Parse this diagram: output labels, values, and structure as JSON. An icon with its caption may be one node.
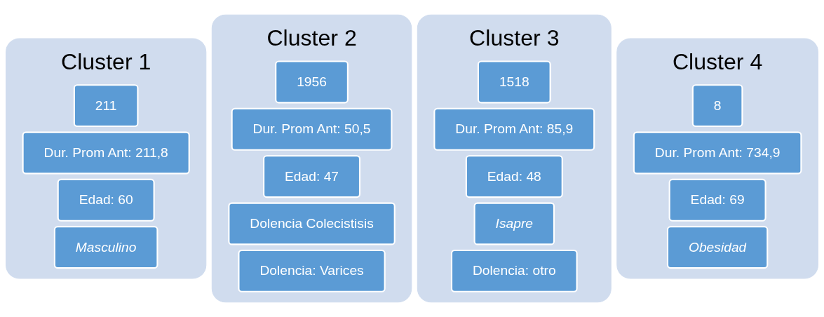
{
  "diagram": {
    "nodes": [
      {
        "text": [
          "Cluster 1"
        ]
      },
      {
        "text": [
          "211"
        ],
        "in": 0
      },
      {
        "text": [
          "Dur. Prom Ant: 211,8"
        ],
        "in": 0
      },
      {
        "text": [
          "Edad: 60"
        ],
        "in": 0
      },
      {
        "text": [
          "Masculino"
        ],
        "in": 0
      },
      {
        "text": [
          "Cluster 2"
        ]
      },
      {
        "text": [
          "1956"
        ],
        "in": 5
      },
      {
        "text": [
          "Dur. Prom Ant: 50,5"
        ],
        "in": 5
      },
      {
        "text": [
          "Edad: 47"
        ],
        "in": 5
      },
      {
        "text": [
          "Dolencia Colecistisis"
        ],
        "in": 5
      },
      {
        "text": [
          "Dolencia: Varices"
        ],
        "in": 5
      },
      {
        "text": [
          "Cluster 3"
        ]
      },
      {
        "text": [
          "1518"
        ],
        "in": 11
      },
      {
        "text": [
          "Dur. Prom Ant: 85,9"
        ],
        "in": 11
      },
      {
        "text": [
          "Edad: 48"
        ],
        "in": 11
      },
      {
        "text": [
          "Isapre"
        ],
        "in": 11
      },
      {
        "text": [
          "Dolencia: otro"
        ],
        "in": 11
      },
      {
        "text": [
          "Cluster 4"
        ]
      },
      {
        "text": [
          "8"
        ],
        "in": 17
      },
      {
        "text": [
          "Dur. Prom Ant: 734,9"
        ],
        "in": 17
      },
      {
        "text": [
          "Edad: 69"
        ],
        "in": 17
      },
      {
        "text": [
          "Obesidad"
        ],
        "in": 17
      }
    ]
  }
}
